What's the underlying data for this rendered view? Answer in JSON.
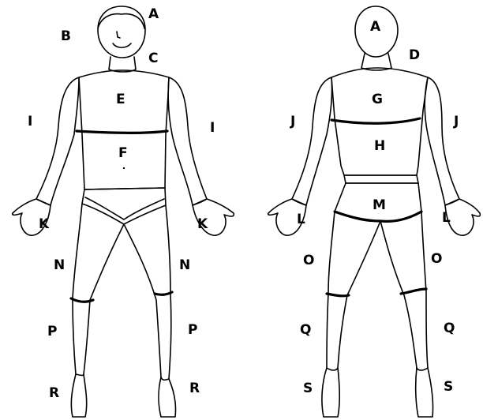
{
  "diagram": {
    "front": {
      "labels": {
        "a": "A",
        "b": "B",
        "c": "C",
        "e": "E",
        "f": "F",
        "i_left": "I",
        "i_right": "I",
        "k_left": "K",
        "k_right": "K",
        "n_left": "N",
        "n_right": "N",
        "p_left": "P",
        "p_right": "P",
        "r_left": "R",
        "r_right": "R"
      }
    },
    "back": {
      "labels": {
        "a": "A",
        "d": "D",
        "g": "G",
        "h": "H",
        "m": "M",
        "j_left": "J",
        "j_right": "J",
        "l_left": "L",
        "l_right": "L",
        "o_left": "O",
        "o_right": "O",
        "q_left": "Q",
        "q_right": "Q",
        "s_left": "S",
        "s_right": "S"
      }
    },
    "colors": {
      "line": "#000000",
      "background": "#ffffff"
    }
  }
}
